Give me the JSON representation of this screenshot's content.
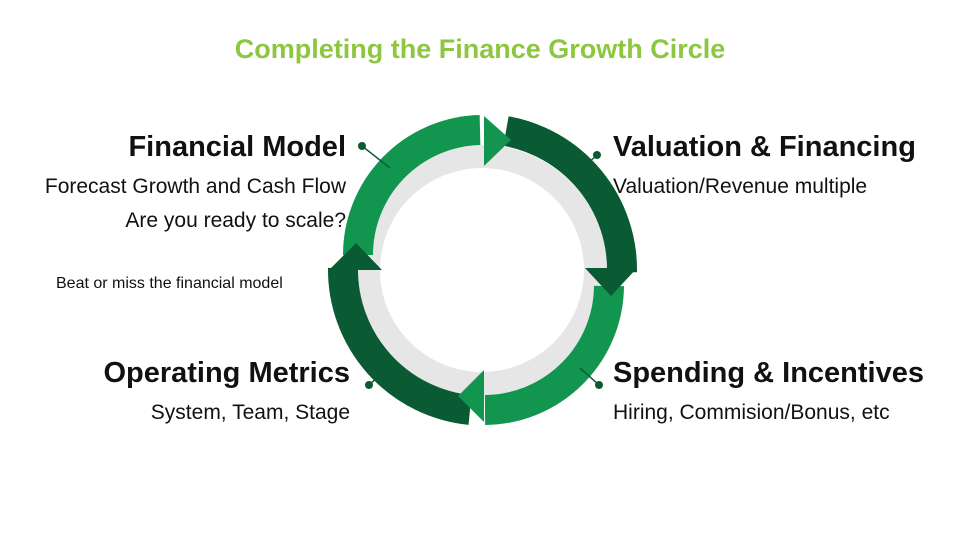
{
  "title": "Completing the Finance Growth Circle",
  "colors": {
    "title": "#8dc63f",
    "green_light": "#12964f",
    "green_dark": "#0a5a33",
    "inner_circle": "#e6e6e6"
  },
  "stages": {
    "financial_model": {
      "title": "Financial Model",
      "lines": [
        "Forecast Growth and Cash Flow",
        "Are you ready to scale?"
      ]
    },
    "valuation_financing": {
      "title": "Valuation & Financing",
      "lines": [
        "Valuation/Revenue multiple"
      ]
    },
    "operating_metrics": {
      "title": "Operating Metrics",
      "lines": [
        "System, Team, Stage"
      ]
    },
    "spending_incentives": {
      "title": "Spending & Incentives",
      "lines": [
        "Hiring, Commision/Bonus, etc"
      ]
    }
  },
  "note": "Beat or miss the financial model"
}
